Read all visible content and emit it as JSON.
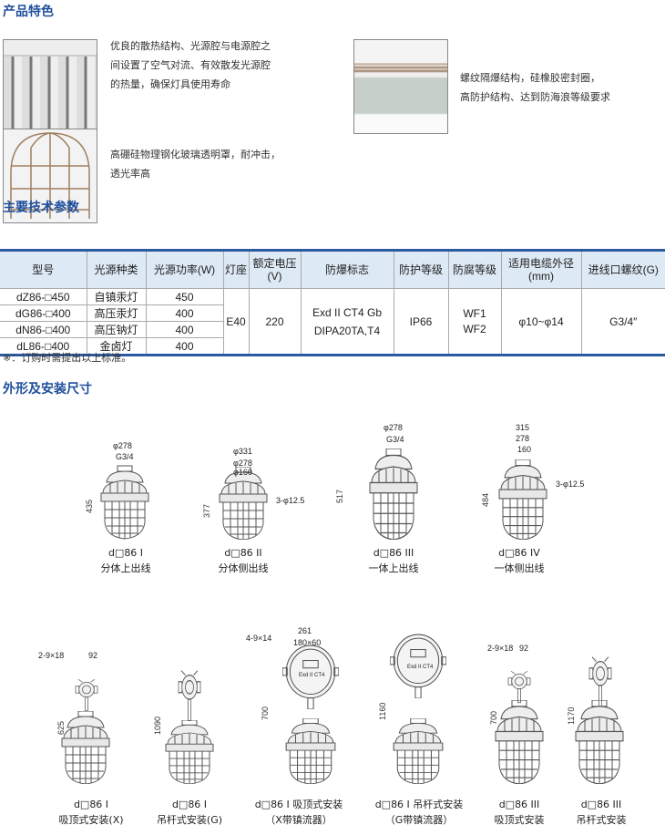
{
  "sections": {
    "features": "产品特色",
    "specs": "主要技术参数",
    "dimensions": "外形及安装尺寸"
  },
  "features": [
    {
      "lines": [
        "优良的散热结构、光源腔与电源腔之",
        "间设置了空气对流、有效散发光源腔",
        "的热量，确保灯具使用寿命"
      ]
    },
    {
      "lines": [
        "螺纹隔爆结构，硅橡胶密封圈，",
        "高防护结构、达到防海浪等级要求"
      ]
    },
    {
      "lines": [
        "高硼硅物理钢化玻璃透明罩，耐冲击，",
        "透光率高"
      ]
    }
  ],
  "table": {
    "headers": [
      "型号",
      "光源种类",
      "光源功率(W)",
      "灯座",
      "额定电压(V)",
      "防爆标志",
      "防护等级",
      "防腐等级",
      "适用电缆外径(mm)",
      "进线口螺纹(G)"
    ],
    "rows": [
      [
        "dZ86-□450",
        "自镇汞灯",
        "450"
      ],
      [
        "dG86-□400",
        "高压汞灯",
        "400"
      ],
      [
        "dN86-□400",
        "高压钠灯",
        "400"
      ],
      [
        "dL86-□400",
        "金卤灯",
        "400"
      ]
    ],
    "shared": {
      "socket": "E40",
      "voltage": "220",
      "ex_mark_1": "Exd II CT4  Gb",
      "ex_mark_2": "DIPA20TA,T4",
      "ip": "IP66",
      "corrosion_1": "WF1",
      "corrosion_2": "WF2",
      "cable": "φ10~φ14",
      "thread": "G3/4″"
    }
  },
  "note": "※：订购时需提出以上标准。",
  "top_diagrams": [
    {
      "model": "d□86 I",
      "desc": "分体上出线",
      "dims": [
        "φ278",
        "G3/4",
        "435"
      ]
    },
    {
      "model": "d□86 II",
      "desc": "分体侧出线",
      "dims": [
        "φ331",
        "φ278",
        "φ160",
        "377",
        "3-φ12.5"
      ]
    },
    {
      "model": "d□86 III",
      "desc": "一体上出线",
      "dims": [
        "φ278",
        "G3/4",
        "517"
      ]
    },
    {
      "model": "d□86 IV",
      "desc": "一体侧出线",
      "dims": [
        "315",
        "278",
        "160",
        "484",
        "3-φ12.5"
      ]
    }
  ],
  "bottom_diagrams": [
    {
      "model": "d□86 I",
      "desc": "吸顶式安装(X)",
      "dims": [
        "2-9×18",
        "92",
        "625"
      ]
    },
    {
      "model": "d□86 I",
      "desc": "吊杆式安装(G)",
      "dims": [
        "1090"
      ]
    },
    {
      "model": "d□86 I  吸顶式安装",
      "desc": "（X带镇流器）",
      "dims": [
        "4-9×14",
        "261",
        "180×60",
        "700"
      ],
      "plate": "Exd II CT4"
    },
    {
      "model": "d□86 I 吊杆式安装",
      "desc": "（G带镇流器）",
      "dims": [
        "1160"
      ],
      "plate": "Exd II CT4"
    },
    {
      "model": "d□86 III",
      "desc": "吸顶式安装",
      "dims": [
        "2-9×18",
        "92",
        "700"
      ]
    },
    {
      "model": "d□86 III",
      "desc": "吊杆式安装",
      "dims": [
        "1170"
      ]
    }
  ]
}
